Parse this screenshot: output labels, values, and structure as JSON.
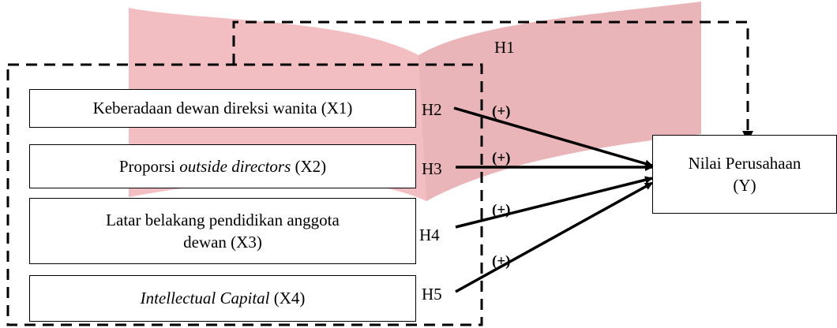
{
  "hypotheses": {
    "h1": "H1",
    "h2": "H2",
    "h3": "H3",
    "h4": "H4",
    "h5": "H5"
  },
  "signs": {
    "s2": "(+)",
    "s3": "(+)",
    "s4": "(+)",
    "s5": "(+)"
  },
  "variables": {
    "x1": "Keberadaan dewan direksi wanita (X1)",
    "x2_prefix": "Proporsi ",
    "x2_italic": "outside directors",
    "x2_suffix": " (X2)",
    "x3_line1": "Latar belakang pendidikan anggota",
    "x3_line2": "dewan (X3)",
    "x4_italic": "Intellectual Capital",
    "x4_suffix": " (X4)",
    "y_line1": "Nilai Perusahaan",
    "y_line2": "(Y)"
  },
  "colors": {
    "background_book": "#f2b7bb",
    "line": "#000000"
  },
  "watermark_icon": "open-book-icon"
}
